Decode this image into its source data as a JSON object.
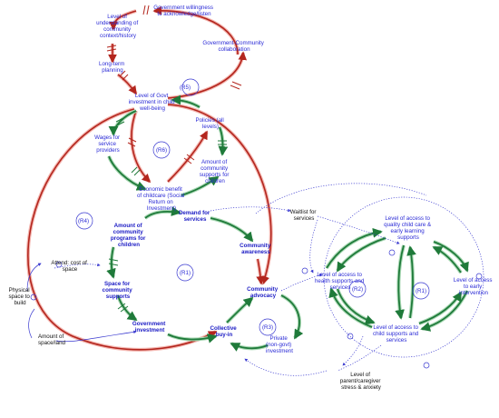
{
  "variables": {
    "gov_willingness": [
      "Government willingness",
      "to acknowledge/listen"
    ],
    "understanding": [
      "Level of",
      "understanding of",
      "community",
      "context/history"
    ],
    "gov_community": [
      "Government-Community",
      "collaboration"
    ],
    "long_term": [
      "Long-term",
      "planning"
    ],
    "gov_investment_child": [
      "Level of Govt",
      "investment in child",
      "well-being"
    ],
    "policies": [
      "Policies (all",
      "levels)"
    ],
    "wages": [
      "Wages for",
      "service",
      "providers"
    ],
    "community_supports": [
      "Amount of",
      "community",
      "supports for",
      "children"
    ],
    "economic_benefit": [
      "Economic benefit",
      "of childcare (Social",
      "Return on",
      "Investment)"
    ],
    "demand": [
      "Demand for",
      "services"
    ],
    "waitlist": [
      "Waitlist for",
      "services"
    ],
    "community_programs": [
      "Amount of",
      "community",
      "programs for",
      "children"
    ],
    "community_awareness": [
      "Community",
      "awareness"
    ],
    "attend_cost": [
      "Attend: cost of",
      "space"
    ],
    "physical_space": [
      "Physical",
      "space to",
      "build"
    ],
    "space_supports": [
      "Space for",
      "community",
      "supports"
    ],
    "community_advocacy": [
      "Community",
      "advocacy"
    ],
    "gov_investment": [
      "Government",
      "investment"
    ],
    "collective": [
      "Collective",
      "buy-in"
    ],
    "private_investment": [
      "Private",
      "(non-govt)",
      "investment"
    ],
    "amount_space": [
      "Amount of",
      "space/land"
    ],
    "access_childcare": [
      "Level of access to",
      "quality child care &",
      "early learning",
      "supports"
    ],
    "access_health": [
      "Level of access to",
      "health supports and",
      "services"
    ],
    "access_early": [
      "Level of access",
      "to early",
      "intervention"
    ],
    "access_child_supports": [
      "Level of access to",
      "child supports and",
      "services"
    ],
    "stress": [
      "Level of",
      "parent/caregiver",
      "stress & anxiety"
    ]
  },
  "loops": {
    "r5": "(R5)",
    "r6": "(R6)",
    "r4": "(R4)",
    "r1": "(R1)",
    "r3": "(R3)",
    "r2": "(R2)",
    "r1b": "(R1)"
  },
  "delay_mark": "//",
  "colors": {
    "red_link": "#b3261e",
    "green_link": "#1f7a3a",
    "blue_text": "#2a2ad6",
    "dotted_link": "#3a3ad0"
  }
}
